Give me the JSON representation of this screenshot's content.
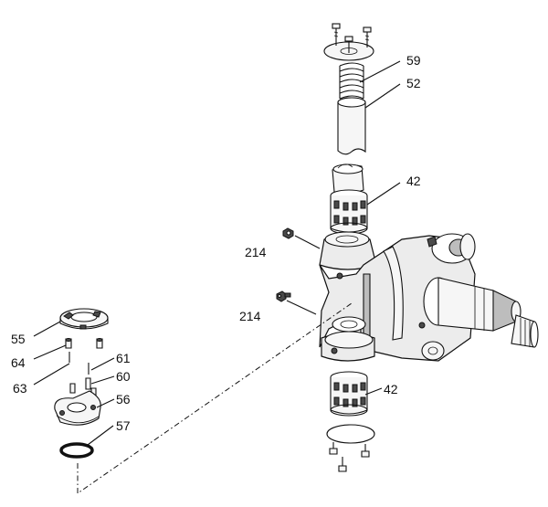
{
  "labels": {
    "l59": "59",
    "l52": "52",
    "l42a": "42",
    "l214a": "214",
    "l214b": "214",
    "l42b": "42",
    "l55": "55",
    "l64": "64",
    "l63": "63",
    "l61": "61",
    "l60": "60",
    "l56": "56",
    "l57": "57"
  }
}
